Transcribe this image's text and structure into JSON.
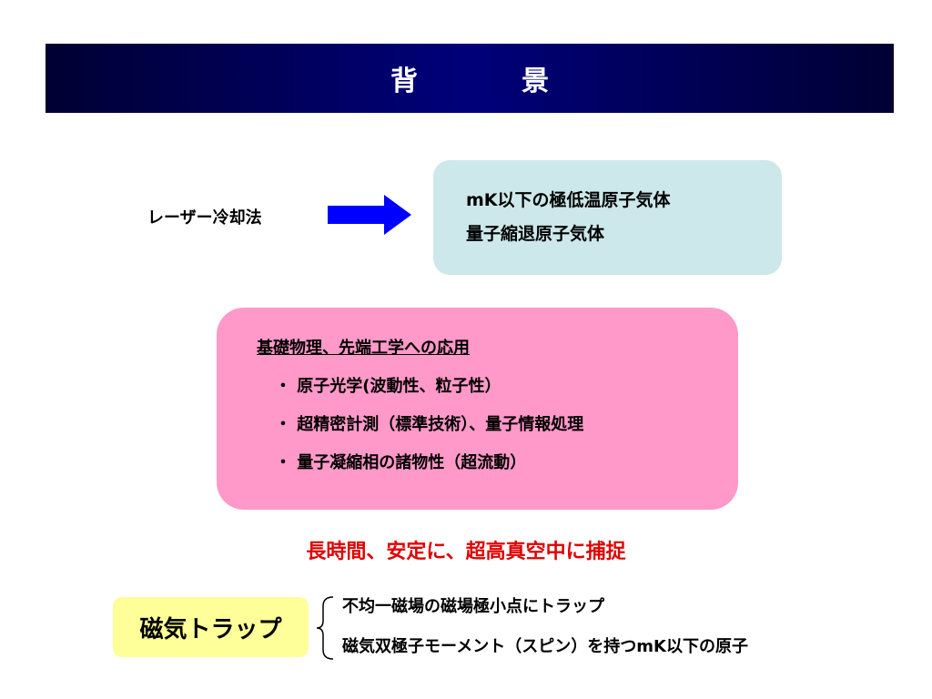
{
  "title": "背　景",
  "laser": {
    "label": "レーザー冷却法"
  },
  "blue_box": {
    "lines": [
      "mK以下の極低温原子気体",
      "量子縮退原子気体"
    ]
  },
  "pink_box": {
    "heading": "基礎物理、先端工学への応用",
    "items": [
      "・ 原子光学(波動性、粒子性）",
      "・ 超精密計測（標準技術）、量子情報処理",
      "・ 量子凝縮相の諸物性（超流動）"
    ]
  },
  "red_text": "長時間、安定に、超高真空中に捕捉",
  "magnetic_trap": {
    "label": "磁気トラップ",
    "details": [
      "不均一磁場の磁場極小点にトラップ",
      "磁気双極子モーメント（スピン）を持つmK以下の原子"
    ]
  },
  "colors": {
    "title_bar": "#00007a",
    "arrow": "#0000ff",
    "blue_box": "#cce8ea",
    "pink_box": "#ff99c9",
    "red_text": "#e00000",
    "yellow_box": "#ffff99"
  },
  "icons": {
    "arrow": "right-arrow-icon",
    "brace": "left-brace-icon"
  }
}
